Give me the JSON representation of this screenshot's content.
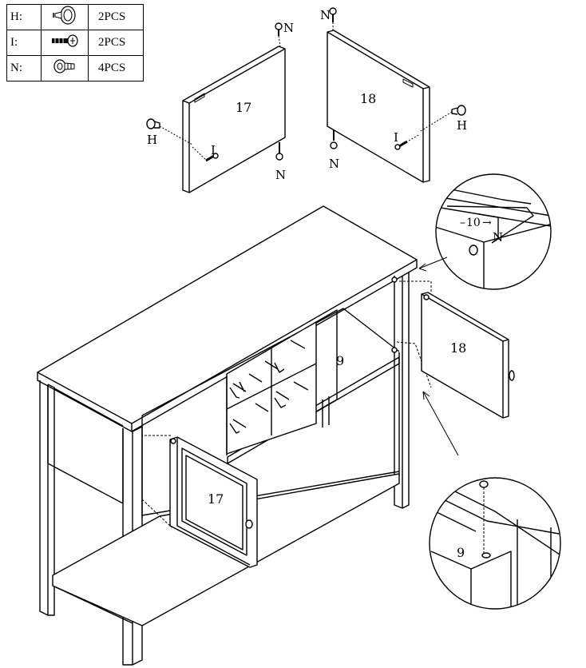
{
  "parts": [
    {
      "code": "H:",
      "icon": "knob-icon",
      "qty": "2PCS"
    },
    {
      "code": "I:",
      "icon": "screw-icon",
      "qty": "2PCS"
    },
    {
      "code": "N:",
      "icon": "hinge-pin-icon",
      "qty": "4PCS"
    }
  ],
  "labels": {
    "panel_17": "17",
    "panel_18": "18",
    "shelf_9": "9",
    "H": "H",
    "I": "I",
    "N": "N",
    "gap": "10"
  }
}
